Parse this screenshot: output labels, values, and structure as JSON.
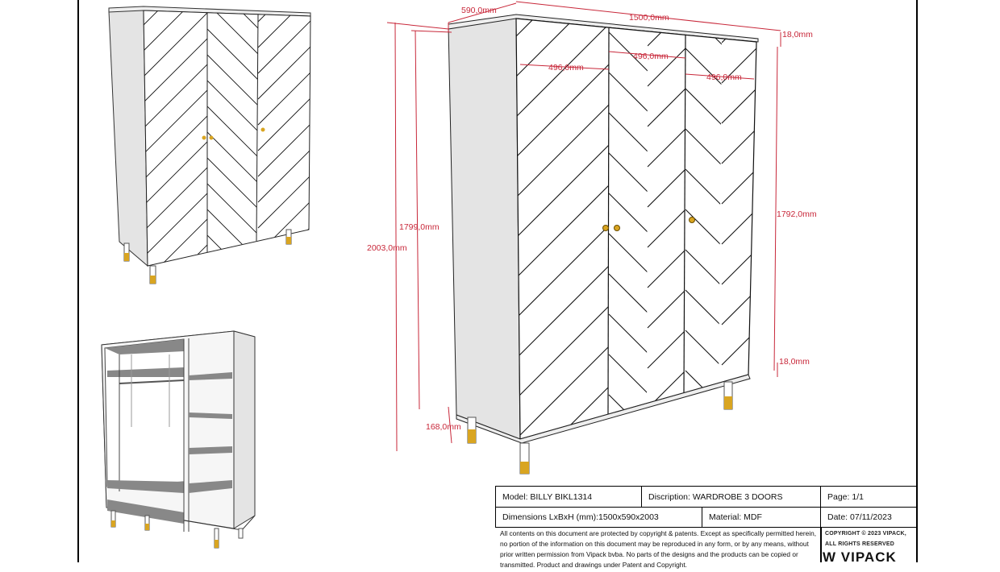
{
  "dimensions": {
    "depth": "590,0mm",
    "width": "1500,0mm",
    "top_thickness": "18,0mm",
    "door_width_left": "496,0mm",
    "door_width_middle": "496,0mm",
    "door_width_right": "496,0mm",
    "total_height": "2003,0mm",
    "body_height": "1799,0mm",
    "door_height": "1792,0mm",
    "bottom_thickness": "18,0mm",
    "leg_height": "168,0mm"
  },
  "title_block": {
    "model": "Model: BILLY BIKL1314",
    "description": "Discription: WARDROBE 3 DOORS",
    "page": "Page: 1/1",
    "dimensions": "Dimensions LxBxH (mm):1500x590x2003",
    "material": "Material: MDF",
    "date": "Date: 07/11/2023",
    "legal": "All contents on this document are protected by copyright & patents. Except as specifically permitted herein, no portion of the information on this document may be reproduced in any form, or by any means, without prior written permission from Vipack bvba. No parts of the designs and the products can be copied or transmitted. Product and drawings under Patent and Copyright.",
    "copyright": "COPYRIGHT © 2023 VIPACK, ALL RIGHTS RESERVED",
    "logo": "VIPACK"
  },
  "colors": {
    "dimension": "#c8283a",
    "leg_gold": "#d9a521",
    "side_panel": "#e4e4e4"
  }
}
